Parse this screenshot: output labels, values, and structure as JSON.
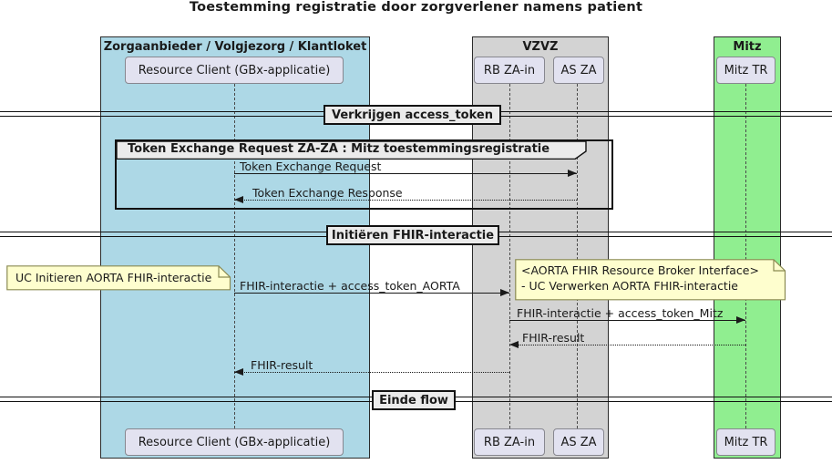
{
  "title": "Toestemming registratie door zorgverlener namens patient",
  "containers": {
    "zorgaanbieder": {
      "label": "Zorgaanbieder / Volgjezorg / Klantloket",
      "color": "#ADD8E6"
    },
    "vzvz": {
      "label": "VZVZ",
      "color": "#D3D3D3"
    },
    "mitz": {
      "label": "Mitz",
      "color": "#90EE90"
    }
  },
  "participants": {
    "resource_client": {
      "label": "Resource Client (GBx-applicatie)",
      "container": "Zorgaanbieder / Volgjezorg / Klantloket"
    },
    "rb_za_in": {
      "label": "RB ZA-in",
      "container": "VZVZ"
    },
    "as_za": {
      "label": "AS ZA",
      "container": "VZVZ"
    },
    "mitz_tr": {
      "label": "Mitz TR",
      "container": "Mitz"
    }
  },
  "dividers": {
    "d1": {
      "label": "Verkrijgen access_token"
    },
    "d2": {
      "label": "Initiëren FHIR-interactie"
    },
    "d3": {
      "label": "Einde flow"
    }
  },
  "group": {
    "label": "Token Exchange Request ZA-ZA : Mitz toestemmingsregistratie"
  },
  "messages": {
    "m1": {
      "label": "Token Exchange Request",
      "from": "Resource Client (GBx-applicatie)",
      "to": "AS ZA",
      "line": "solid"
    },
    "m2": {
      "label": "Token Exchange Response",
      "from": "AS ZA",
      "to": "Resource Client (GBx-applicatie)",
      "line": "dotted"
    },
    "m3": {
      "label": "FHIR-interactie + access_token_AORTA",
      "from": "Resource Client (GBx-applicatie)",
      "to": "RB ZA-in",
      "line": "solid"
    },
    "m4": {
      "label": "FHIR-interactie + access_token_Mitz",
      "from": "RB ZA-in",
      "to": "Mitz TR",
      "line": "solid"
    },
    "m5": {
      "label": "FHIR-result",
      "from": "Mitz TR",
      "to": "RB ZA-in",
      "line": "dotted"
    },
    "m6": {
      "label": "FHIR-result",
      "from": "RB ZA-in",
      "to": "Resource Client (GBx-applicatie)",
      "line": "dotted"
    }
  },
  "notes": {
    "uc_initieren": {
      "label": "UC Initieren AORTA FHIR-interactie"
    },
    "broker": {
      "line1": "<AORTA FHIR Resource Broker Interface>",
      "line2": "- UC Verwerken AORTA FHIR-interactie"
    }
  }
}
